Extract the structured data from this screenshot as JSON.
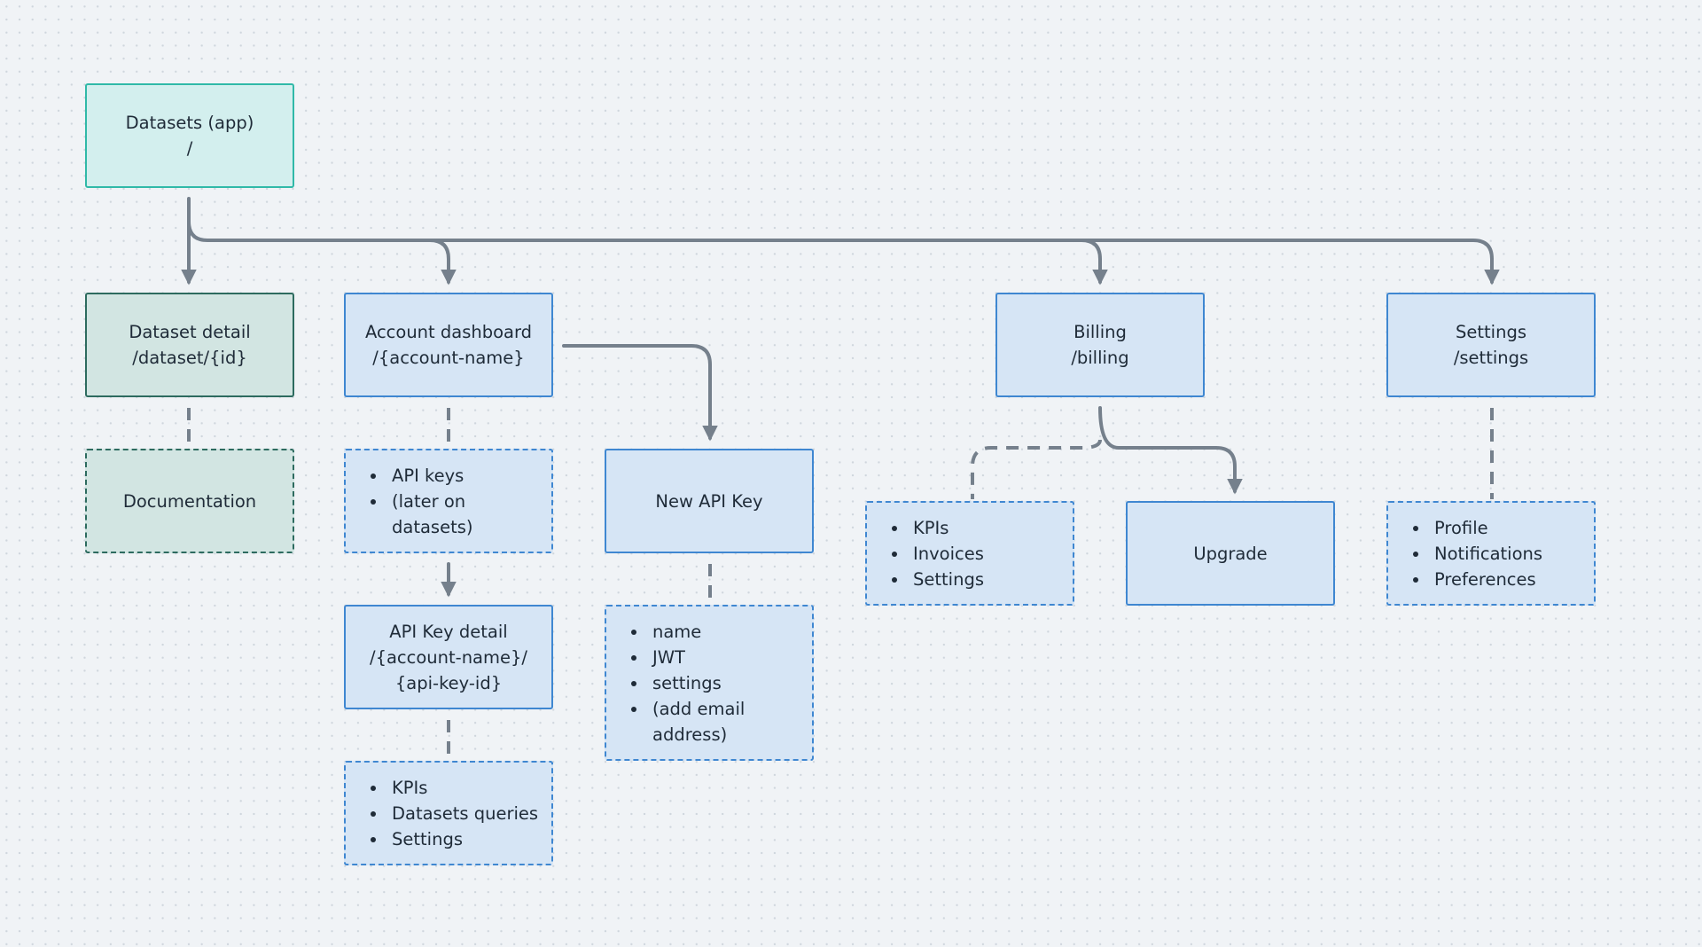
{
  "nodes": {
    "root": {
      "title": "Datasets (app)",
      "route": "/"
    },
    "dataset_detail": {
      "title": "Dataset detail",
      "route": "/dataset/{id}"
    },
    "documentation": {
      "title": "Documentation"
    },
    "account_dashboard": {
      "title": "Account dashboard",
      "route": "/{account-name}"
    },
    "account_notes": {
      "items": [
        "API keys",
        "(later on datasets)"
      ]
    },
    "api_key_detail": {
      "lines": [
        "API Key detail",
        "/{account-name}/",
        "{api-key-id}"
      ]
    },
    "api_key_notes": {
      "items": [
        "KPIs",
        "Datasets queries",
        "Settings"
      ]
    },
    "new_api_key": {
      "title": "New API Key"
    },
    "new_api_key_notes": {
      "items": [
        "name",
        "JWT",
        "settings",
        "(add email address)"
      ]
    },
    "billing": {
      "title": "Billing",
      "route": "/billing"
    },
    "billing_notes": {
      "items": [
        "KPIs",
        "Invoices",
        "Settings"
      ]
    },
    "upgrade": {
      "title": "Upgrade"
    },
    "settings": {
      "title": "Settings",
      "route": "/settings"
    },
    "settings_notes": {
      "items": [
        "Profile",
        "Notifications",
        "Preferences"
      ]
    }
  },
  "colors": {
    "connector": "#75808c",
    "page_node_fill": "#d6e5f5",
    "page_node_border": "#3f87d1",
    "root_fill": "#d3efee",
    "root_border": "#30b9a8",
    "dataset_fill": "#d2e5e2",
    "dataset_border": "#2d6b5f"
  }
}
